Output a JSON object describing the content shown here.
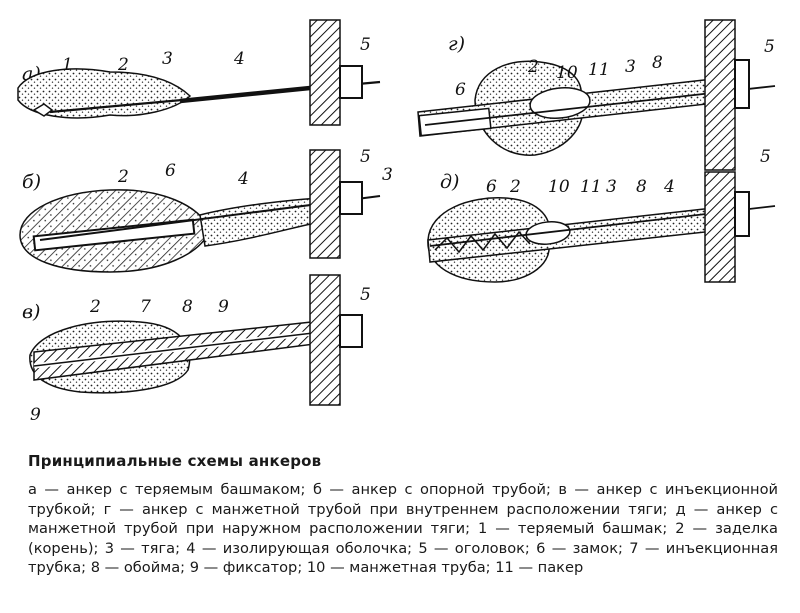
{
  "figure": {
    "panels": [
      {
        "id": "a",
        "label": "а)",
        "parts": [
          "1",
          "2",
          "3",
          "4",
          "5"
        ]
      },
      {
        "id": "b",
        "label": "б)",
        "parts": [
          "2",
          "6",
          "4",
          "5",
          "3"
        ]
      },
      {
        "id": "v",
        "label": "в)",
        "parts": [
          "2",
          "7",
          "8",
          "9",
          "5",
          "9"
        ]
      },
      {
        "id": "g",
        "label": "г)",
        "parts": [
          "6",
          "2",
          "10",
          "11",
          "3",
          "8",
          "5"
        ]
      },
      {
        "id": "d",
        "label": "д)",
        "parts": [
          "6",
          "2",
          "10",
          "11",
          "3",
          "8",
          "4",
          "5"
        ]
      }
    ]
  },
  "caption": {
    "title": "Принципиальные схемы анкеров",
    "body": "а — анкер с теряемым башмаком; б — анкер с опорной трубой; в — анкер с инъекционной трубкой; г — анкер с манжетной трубой при внутреннем расположении тяги; д — анкер с манжетной трубой при наружном расположении тяги; 1 — теряемый башмак; 2 — заделка (корень); 3 — тяга; 4 — изолирующая оболочка; 5 — оголовок; 6 — замок; 7 — инъекционная трубка; 8 — обойма; 9 — фиксатор; 10 — манжетная труба; 11 — пакер"
  }
}
